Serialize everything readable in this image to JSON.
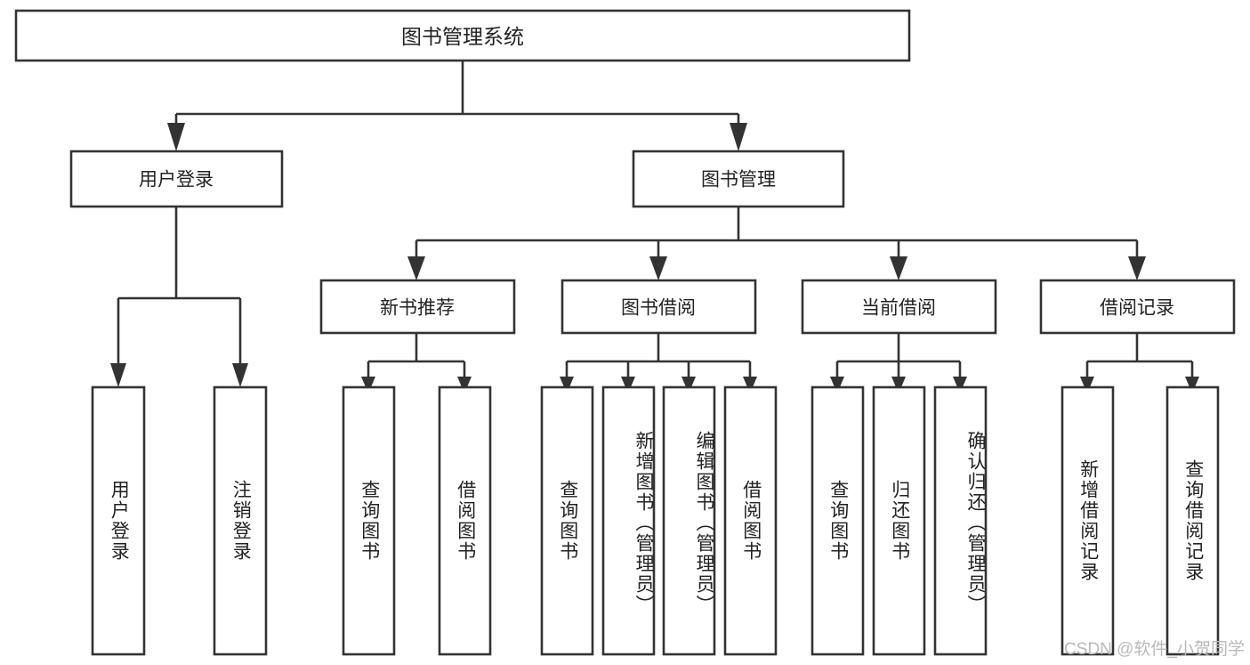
{
  "diagram": {
    "title": "图书管理系统",
    "type": "functional-structure-tree",
    "colors": {
      "stroke": "#333333",
      "box_fill": "#ffffff",
      "text": "#222222",
      "background": "#ffffff",
      "watermark": "#b9b9b9"
    },
    "root": {
      "label": "图书管理系统"
    },
    "level2": [
      {
        "id": "user-login",
        "label": "用户登录"
      },
      {
        "id": "book-management",
        "label": "图书管理"
      }
    ],
    "level3": [
      {
        "id": "new-book-recommend",
        "label": "新书推荐",
        "parent": "book-management"
      },
      {
        "id": "book-borrow",
        "label": "图书借阅",
        "parent": "book-management"
      },
      {
        "id": "current-borrow",
        "label": "当前借阅",
        "parent": "book-management"
      },
      {
        "id": "borrow-record",
        "label": "借阅记录",
        "parent": "book-management"
      }
    ],
    "leaves": [
      {
        "id": "leaf-user-login",
        "label": "用户登录",
        "parent": "user-login"
      },
      {
        "id": "leaf-logout",
        "label": "注销登录",
        "parent": "user-login"
      },
      {
        "id": "leaf-query-book-1",
        "label": "查询图书",
        "parent": "new-book-recommend"
      },
      {
        "id": "leaf-borrow-book-1",
        "label": "借阅图书",
        "parent": "new-book-recommend"
      },
      {
        "id": "leaf-query-book-2",
        "label": "查询图书",
        "parent": "book-borrow"
      },
      {
        "id": "leaf-add-book",
        "label": "新增图书（管理员）",
        "parent": "book-borrow"
      },
      {
        "id": "leaf-edit-book",
        "label": "编辑图书（管理员）",
        "parent": "book-borrow"
      },
      {
        "id": "leaf-borrow-book-2",
        "label": "借阅图书",
        "parent": "book-borrow"
      },
      {
        "id": "leaf-query-book-3",
        "label": "查询图书",
        "parent": "current-borrow"
      },
      {
        "id": "leaf-return-book",
        "label": "归还图书",
        "parent": "current-borrow"
      },
      {
        "id": "leaf-confirm-return",
        "label": "确认归还（管理员）",
        "parent": "current-borrow"
      },
      {
        "id": "leaf-add-record",
        "label": "新增借阅记录",
        "parent": "borrow-record"
      },
      {
        "id": "leaf-query-record",
        "label": "查询借阅记录",
        "parent": "borrow-record"
      }
    ],
    "watermark": "CSDN @软件_小贺同学"
  }
}
